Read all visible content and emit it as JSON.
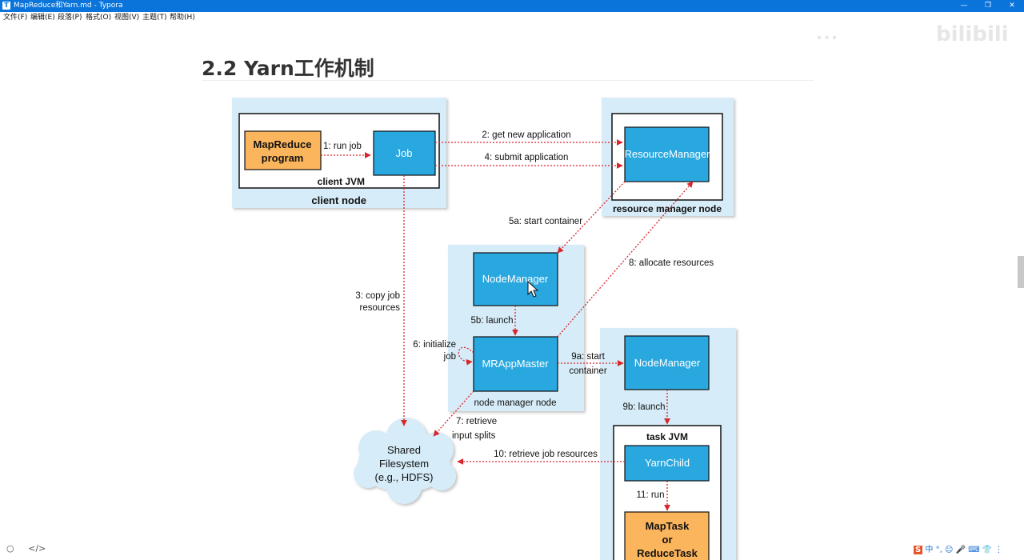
{
  "window": {
    "title": "MapReduce和Yarn.md - Typora",
    "icon_letter": "T",
    "controls": [
      "minimize-icon",
      "restore-icon",
      "close-icon"
    ]
  },
  "menu": [
    "文件(F)",
    "编辑(E)",
    "段落(P)",
    "格式(O)",
    "视图(V)",
    "主题(T)",
    "帮助(H)"
  ],
  "watermark": {
    "left": "...",
    "right": "bilibili"
  },
  "document": {
    "heading": "2.2 Yarn工作机制"
  },
  "diagram": {
    "nodes": {
      "mapreduce_program": [
        "MapReduce",
        "program"
      ],
      "job": "Job",
      "client_jvm": "client JVM",
      "client_node": "client node",
      "resource_manager": "ResourceManager",
      "resource_manager_node": "resource manager node",
      "nodemanager_1": "NodeManager",
      "mrappmaster": "MRAppMaster",
      "node_manager_node": "node manager node",
      "nodemanager_2": "NodeManager",
      "task_jvm": "task JVM",
      "yarnchild": "YarnChild",
      "maptask": [
        "MapTask",
        "or",
        "ReduceTask"
      ],
      "shared_fs": [
        "Shared",
        "Filesystem",
        "(e.g., HDFS)"
      ]
    },
    "edges": {
      "run_job": "1: run job",
      "get_new_application": "2: get new application",
      "submit_application": "4: submit application",
      "copy_job_resources": [
        "3: copy job",
        "resources"
      ],
      "start_container": "5a: start container",
      "launch_5b": "5b: launch",
      "initialize_job": [
        "6: initialize",
        "job"
      ],
      "retrieve_input_splits": [
        "7: retrieve",
        "input splits"
      ],
      "allocate_resources": "8: allocate resources",
      "start_container_9a": [
        "9a: start",
        "container"
      ],
      "launch_9b": "9b: launch",
      "retrieve_job_resources": "10: retrieve job resources",
      "run_11": "11: run"
    },
    "colors": {
      "panel": "#d6ecf8",
      "blue_box": "#29a8e0",
      "orange_box": "#fbb55c",
      "arrow": "#d9262c"
    }
  },
  "statusbar": {
    "left_icons": [
      "circle-icon",
      "source-code-icon"
    ],
    "tray": [
      "中",
      "°,",
      "☺",
      "🎤",
      "⌨",
      "👕",
      "⋮"
    ]
  }
}
